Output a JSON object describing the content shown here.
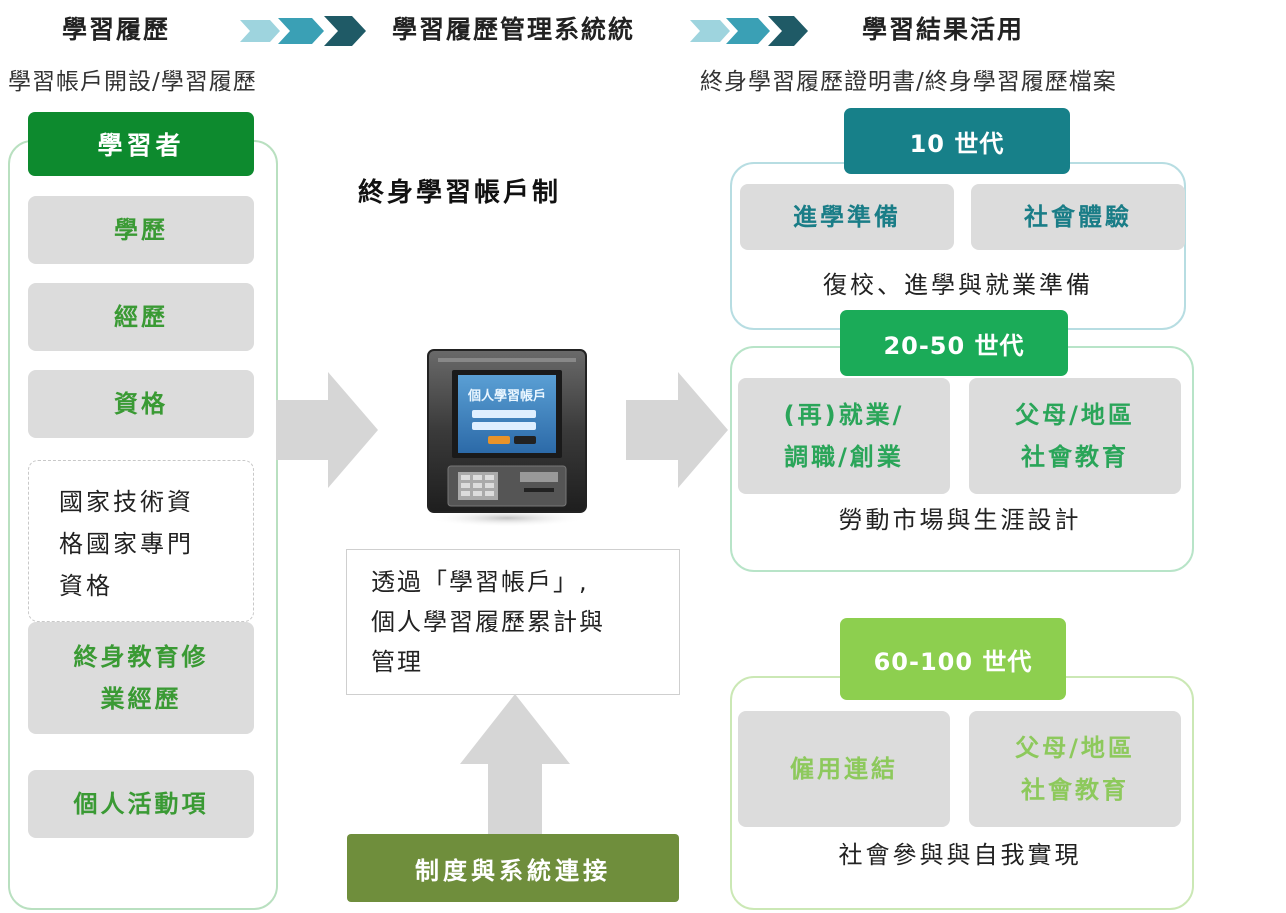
{
  "header": {
    "left_title": "學習履歷",
    "center_title": "學習履歷管理系統統",
    "right_title": "學習結果活用",
    "left_sub": "學習帳戶開設/學習履歷",
    "right_sub": "終身學習履歷證明書/終身學習履歷檔案"
  },
  "left": {
    "tab": "學習者",
    "items": [
      "學歷",
      "經歷",
      "資格"
    ],
    "dashed_text": "國家技術資\n格國家專門\n資格",
    "lifelong": "終身教育修\n業經歷",
    "activity": "個人活動項"
  },
  "center": {
    "title": "終身學習帳戶制",
    "screen_logo": "個人學習帳戶",
    "desc": "透過「學習帳戶」,\n個人學習履歷累計與\n管理",
    "bottom_button": "制度與系統連接"
  },
  "right": {
    "gen1": {
      "tab": "10 世代",
      "items": [
        "進學準備",
        "社會體驗"
      ],
      "caption": "復校、進學與就業準備"
    },
    "gen2": {
      "tab": "20-50 世代",
      "items": [
        "(再)就業/\n調職/創業",
        "父母/地區\n社會教育"
      ],
      "caption": "勞動市場與生涯設計"
    },
    "gen3": {
      "tab": "60-100 世代",
      "items": [
        "僱用連結",
        "父母/地區\n社會教育"
      ],
      "caption": "社會參與與自我實現"
    }
  },
  "colors": {
    "green_dark": "#0d8a2e",
    "teal": "#178089",
    "green_mid": "#1bab58",
    "lime": "#8dcf4f",
    "olive": "#6f8e3c",
    "gray_box": "#dcdcdc"
  }
}
